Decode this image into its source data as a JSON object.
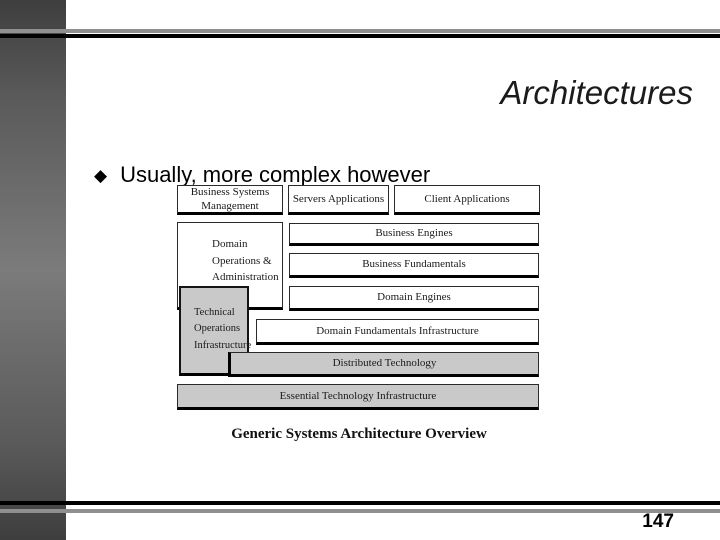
{
  "slide": {
    "title": "Architectures",
    "bullet_text": "Usually, more complex however",
    "page_number": "147"
  },
  "icons": {
    "bullet_glyph": "◆"
  },
  "diagram": {
    "caption": "Generic Systems Architecture Overview",
    "boxes": {
      "business_systems_management": "Business Systems Management",
      "servers_applications": "Servers Applications",
      "client_applications": "Client Applications",
      "domain_operations": "Domain Operations & Administration",
      "business_engines": "Business Engines",
      "business_fundamentals": "Business Fundamentals",
      "domain_engines": "Domain Engines",
      "technical_operations": "Technical Operations Infrastructure",
      "domain_fundamentals_infrastructure": "Domain Fundamentals Infrastructure",
      "distributed_technology": "Distributed Technology",
      "essential_technology_infrastructure": "Essential Technology Infrastructure"
    }
  },
  "colors": {
    "sidebar_gray": "#434343",
    "sidebar_mid_gray": "#7b7b7b",
    "rule_gray": "#8f8f8f",
    "rule_black": "#000000",
    "box_gray_fill": "#c9c9c9",
    "box_border": "#2a2a2a",
    "text_black": "#1a1a1a"
  }
}
